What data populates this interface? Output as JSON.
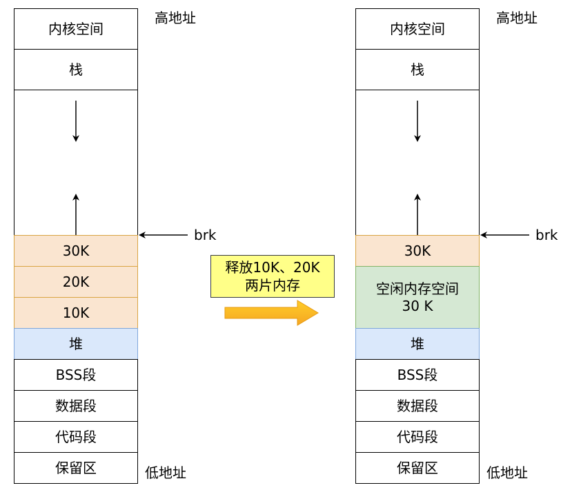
{
  "left_stack": {
    "kernel": "内核空间",
    "stack": "栈",
    "block_30k": "30K",
    "block_20k": "20K",
    "block_10k": "10K",
    "heap": "堆",
    "bss": "BSS段",
    "data": "数据段",
    "code": "代码段",
    "reserved": "保留区",
    "high_addr": "高地址",
    "low_addr": "低地址",
    "brk": "brk"
  },
  "right_stack": {
    "kernel": "内核空间",
    "stack": "栈",
    "block_30k": "30K",
    "free_line1": "空闲内存空间",
    "free_line2": "30 K",
    "heap": "堆",
    "bss": "BSS段",
    "data": "数据段",
    "code": "代码段",
    "reserved": "保留区",
    "high_addr": "高地址",
    "low_addr": "低地址",
    "brk": "brk"
  },
  "callout": {
    "line1": "释放10K、20K",
    "line2": "两片内存"
  },
  "colors": {
    "allocated_fill": "#fae5d0",
    "allocated_border": "#d9a441",
    "heap_fill": "#dae8fb",
    "free_fill": "#d5e8d3",
    "callout_fill": "#ffff88",
    "arrow_orange": "#f5a623"
  }
}
